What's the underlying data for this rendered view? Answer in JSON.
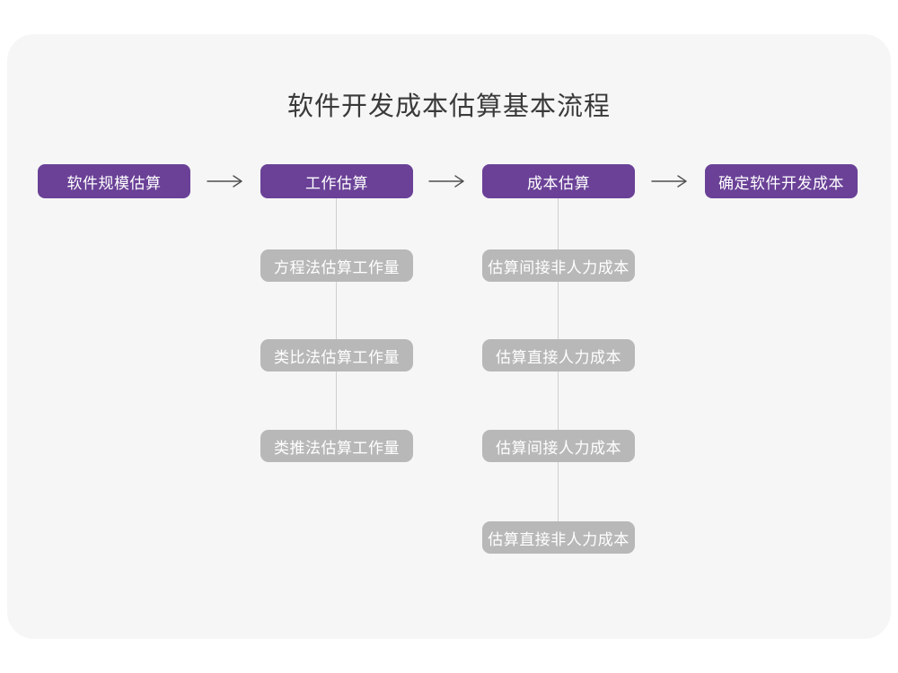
{
  "title": "软件开发成本估算基本流程",
  "colors": {
    "primary": "#6a4197",
    "substep": "#b8b8b8",
    "card-bg": "#f6f6f6",
    "page-bg": "#ffffff",
    "line": "#cfcfcf",
    "arrow": "#4f4f4f",
    "title-color": "#3a3a3a",
    "box-text": "#ffffff"
  },
  "flow": {
    "stages": [
      {
        "label": "软件规模估算",
        "substeps": []
      },
      {
        "label": "工作估算",
        "substeps": [
          "方程法估算工作量",
          "类比法估算工作量",
          "类推法估算工作量"
        ]
      },
      {
        "label": "成本估算",
        "substeps": [
          "估算间接非人力成本",
          "估算直接人力成本",
          "估算间接人力成本",
          "估算直接非人力成本"
        ]
      },
      {
        "label": "确定软件开发成本",
        "substeps": []
      }
    ]
  }
}
